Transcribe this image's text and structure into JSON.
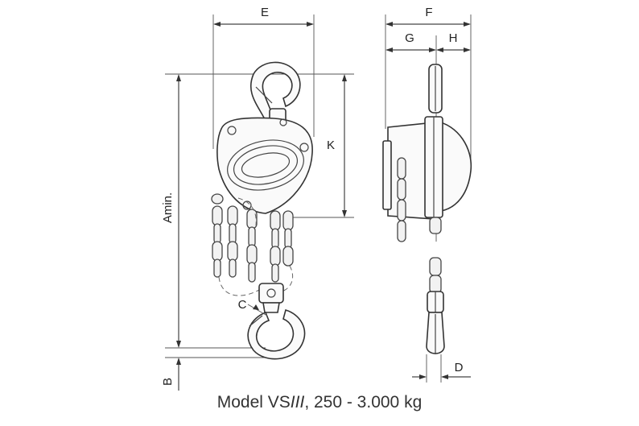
{
  "labels": {
    "E": "E",
    "F": "F",
    "G": "G",
    "H": "H",
    "K": "K",
    "A": "Amin.",
    "B": "B",
    "C": "C",
    "D": "D"
  },
  "caption": {
    "prefix": "Model VS",
    "italic": "III",
    "suffix": ", 250 - 3.000 kg"
  }
}
